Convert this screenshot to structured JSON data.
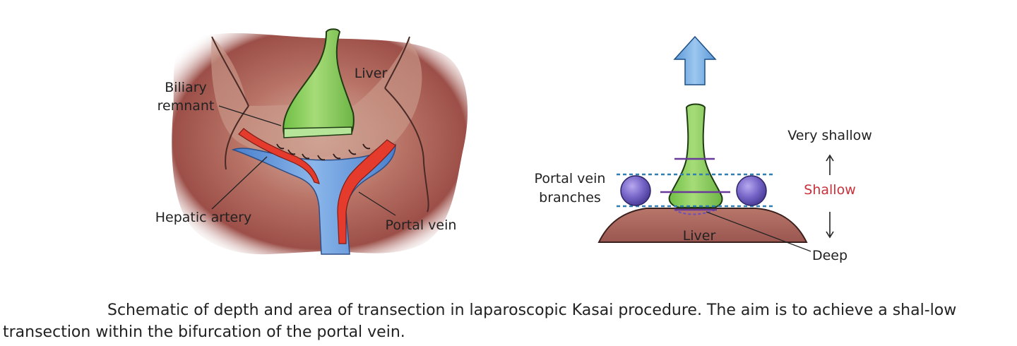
{
  "left_panel": {
    "labels": {
      "liver": "Liver",
      "biliary_line1": "Biliary",
      "biliary_line2": "remnant",
      "hepatic_artery": "Hepatic artery",
      "portal_vein": "Portal vein"
    }
  },
  "right_panel": {
    "labels": {
      "portal_branches_line1": "Portal vein",
      "portal_branches_line2": "branches",
      "liver": "Liver",
      "very_shallow": "Very shallow",
      "shallow": "Shallow",
      "deep": "Deep"
    }
  },
  "caption": "Schematic of depth and area of transection in laparoscopic Kasai procedure. The aim is to achieve a shal-low transection within the bifurcation of the portal vein.",
  "colors": {
    "liver_outer": "#a4574f",
    "liver_inner": "#cfa393",
    "portal_vein_blue": "#5b8fd6",
    "hepatic_artery_red": "#e53b2c",
    "biliary_green": "#8fd25c",
    "portal_sphere_purple": "#7a68c9",
    "arrow_blue": "#69a6e0",
    "shallow_red": "#c8303a",
    "dashed_line": "#2f7fb5"
  }
}
